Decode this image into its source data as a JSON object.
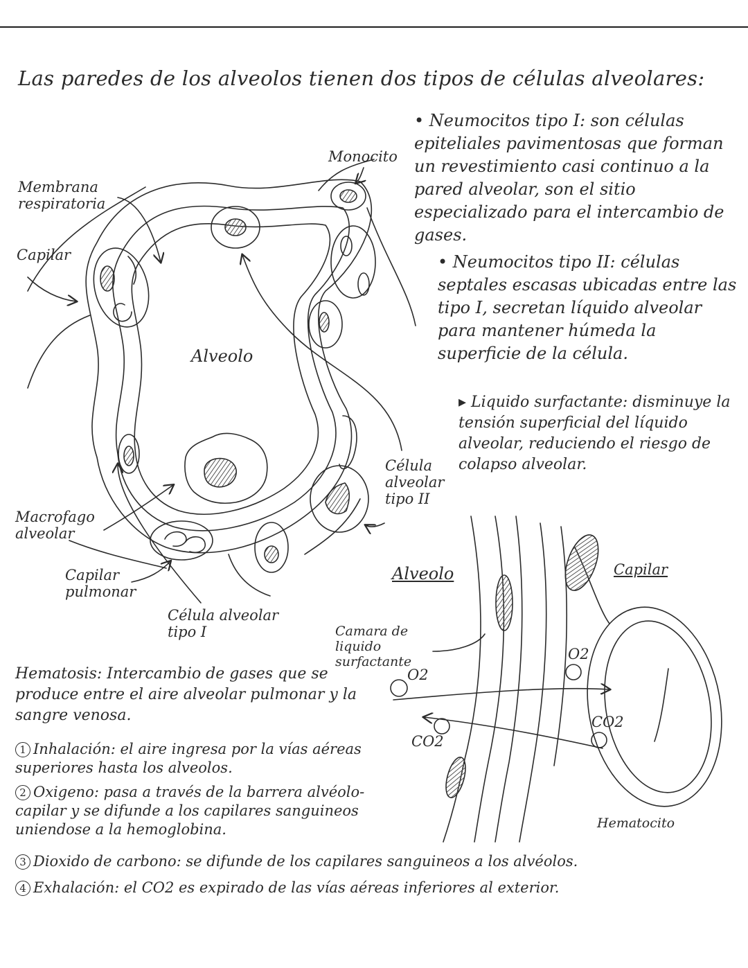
{
  "title": "Las paredes de los alveolos tienen dos tipos de células alveolares:",
  "bullets": {
    "tipo1": "• Neumocitos tipo I: son células epiteliales pavimentosas que forman un revestimiento casi continuo a la pared alveolar, son el sitio especializado para el intercambio de gases.",
    "tipo2": "• Neumocitos tipo II: células septales escasas ubicadas entre las tipo I, secretan líquido alveolar para mantener húmeda la superficie de la célula.",
    "surfactante": "▸ Liquido surfactante: disminuye la tensión superficial del líquido alveolar, reduciendo el riesgo de colapso alveolar."
  },
  "diagram1": {
    "labels": {
      "monocito": "Monocito",
      "membrana": "Membrana respiratoria",
      "capilar": "Capilar",
      "alveolo": "Alveolo",
      "macrofago": "Macrofago alveolar",
      "capilar_pulmonar": "Capilar pulmonar",
      "celula_tipo1": "Célula alveolar tipo I",
      "celula_tipo2": "Célula alveolar tipo II"
    }
  },
  "diagram2": {
    "labels": {
      "alveolo": "Alveolo",
      "capilar": "Capilar",
      "camara": "Camara de liquido surfactante",
      "o2_left": "O2",
      "o2_right": "O2",
      "co2_left": "CO2",
      "co2_right": "CO2",
      "hematocito": "Hematocito"
    }
  },
  "hematosis": {
    "definition": "Hematosis: Intercambio de gases que se produce entre el aire alveolar pulmonar y la sangre venosa.",
    "steps": [
      {
        "num": "1",
        "text": "Inhalación: el aire ingresa por la vías aéreas superiores hasta los alveolos."
      },
      {
        "num": "2",
        "text": "Oxigeno: pasa a través de la barrera alvéolo-capilar y se difunde a los capilares sanguineos uniendose a la hemoglobina."
      },
      {
        "num": "3",
        "text": "Dioxido de carbono: se difunde de los capilares sanguineos a los alvéolos."
      },
      {
        "num": "4",
        "text": "Exhalación: el CO2 es expirado de las vías aéreas inferiores al exterior."
      }
    ]
  },
  "colors": {
    "ink": "#2b2b2b",
    "shade": "#6a6a6a",
    "paper": "#ffffff"
  }
}
